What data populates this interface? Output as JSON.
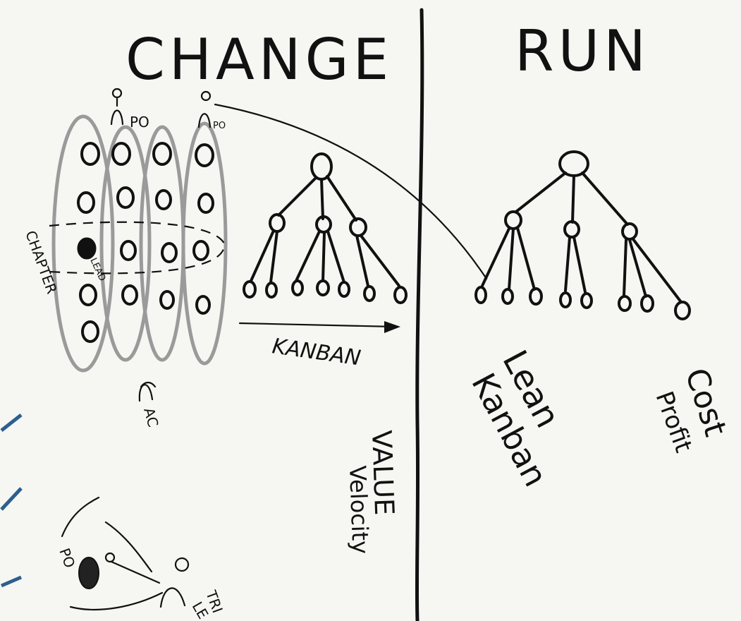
{
  "headings": {
    "change": "CHANGE",
    "run": "RUN"
  },
  "change": {
    "po_label_1": "PO",
    "po_label_2": "PO",
    "chapter_label": "CHAPTER",
    "lead_label": "LEAD",
    "kanban_label": "KANBAN",
    "ac_label": "AC",
    "metric_1": "VALUE",
    "metric_2": "Velocity"
  },
  "run": {
    "method_1": "Lean",
    "method_2": "Kanban",
    "metric_1": "Cost",
    "metric_2": "Profit"
  },
  "bottom_sketch": {
    "label_1": "TRI",
    "label_2": "LE",
    "label_3": "PO"
  },
  "colors": {
    "ink": "#111111",
    "grey_marker": "#9a9a9a",
    "paper": "#f6f6f3",
    "blue_marker": "#2e5e8e"
  }
}
